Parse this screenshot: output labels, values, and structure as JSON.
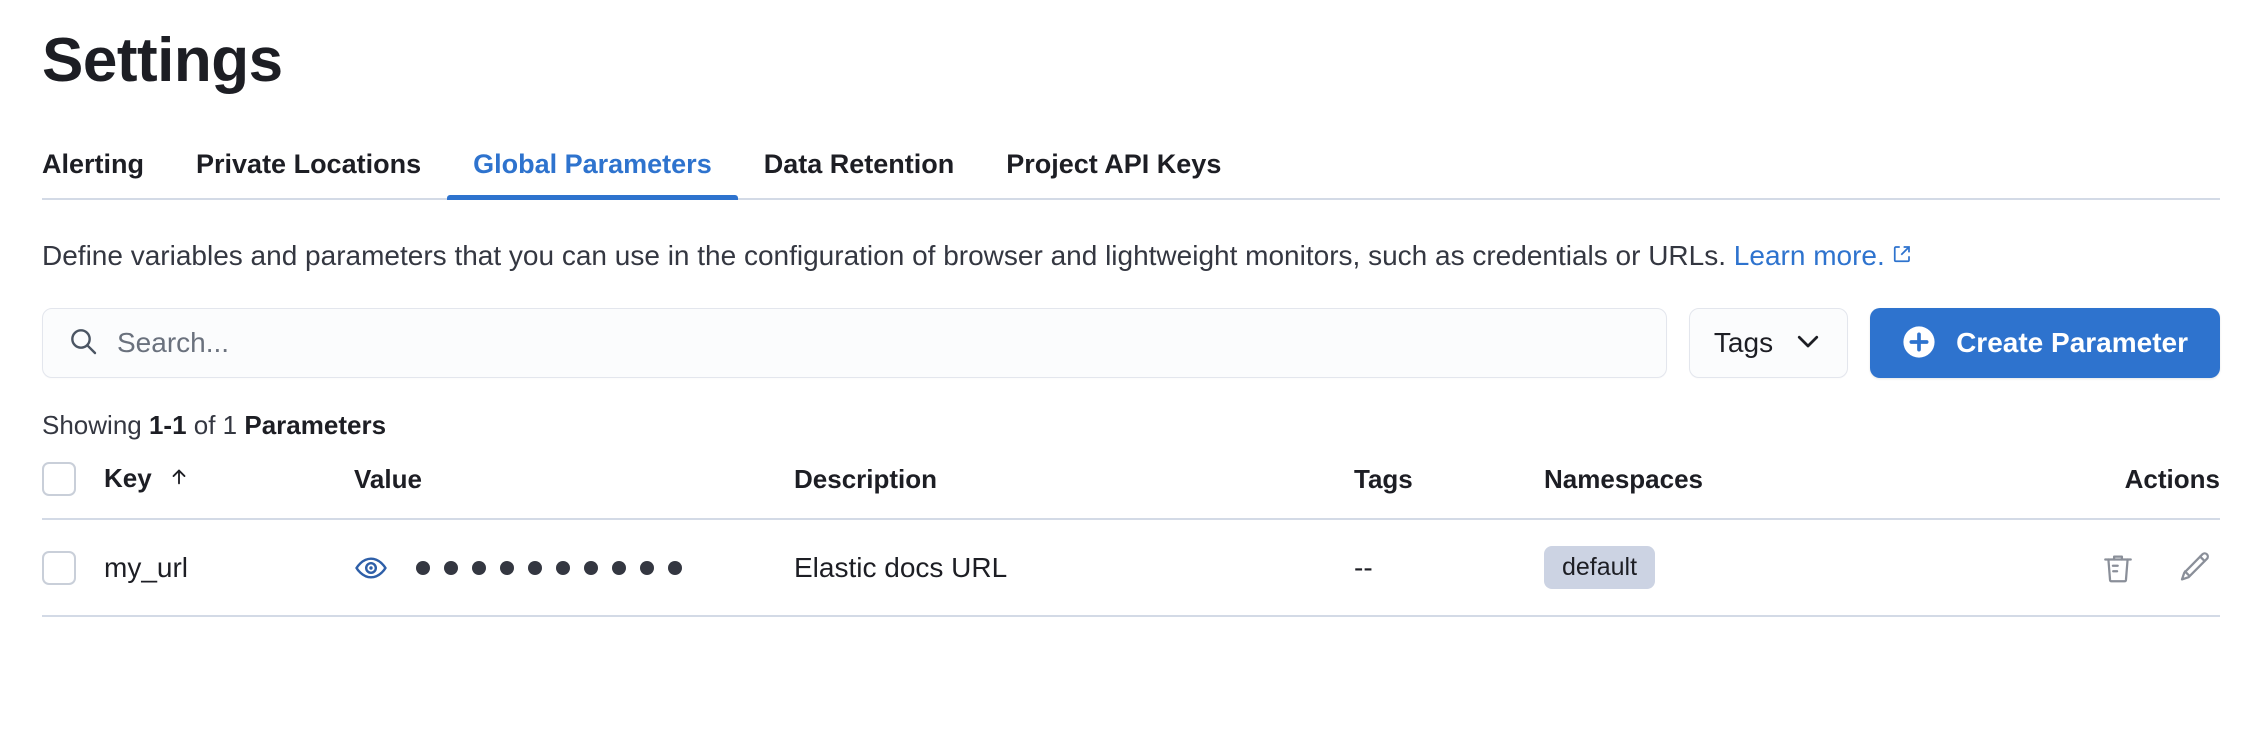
{
  "header": {
    "title": "Settings"
  },
  "tabs": [
    {
      "label": "Alerting",
      "active": false
    },
    {
      "label": "Private Locations",
      "active": false
    },
    {
      "label": "Global Parameters",
      "active": true
    },
    {
      "label": "Data Retention",
      "active": false
    },
    {
      "label": "Project API Keys",
      "active": false
    }
  ],
  "description": {
    "text": "Define variables and parameters that you can use in the configuration of browser and lightweight monitors, such as credentials or URLs. ",
    "link_label": "Learn more.",
    "external_icon": "external-link-icon"
  },
  "controls": {
    "search": {
      "placeholder": "Search...",
      "value": "",
      "icon": "search-icon"
    },
    "tags_filter": {
      "label": "Tags",
      "icon": "chevron-down-icon"
    },
    "create_button": {
      "label": "Create Parameter",
      "icon": "plus-circle-icon",
      "color": "#2E73CE"
    }
  },
  "results_summary": {
    "prefix": "Showing ",
    "range": "1-1",
    "middle": " of 1 ",
    "entity": "Parameters"
  },
  "table": {
    "select_all": {
      "checked": false
    },
    "columns": [
      {
        "key": "key",
        "label": "Key",
        "sorted": "asc",
        "sort_icon": "arrow-up-icon"
      },
      {
        "key": "value",
        "label": "Value"
      },
      {
        "key": "description",
        "label": "Description"
      },
      {
        "key": "tags",
        "label": "Tags"
      },
      {
        "key": "namespaces",
        "label": "Namespaces"
      },
      {
        "key": "actions",
        "label": "Actions"
      }
    ],
    "rows": [
      {
        "checked": false,
        "key": "my_url",
        "value_masked_dots": 10,
        "value_toggle_icon": "eye-icon",
        "description": "Elastic docs URL",
        "tags": "--",
        "namespaces": [
          "default"
        ],
        "actions": [
          "trash-icon",
          "pencil-icon"
        ]
      }
    ]
  },
  "colors": {
    "accent": "#2E73CE",
    "text": "#1D1E24",
    "muted_text": "#6A717D",
    "border": "#D3DAE6",
    "badge_bg": "#CCD3E3"
  }
}
